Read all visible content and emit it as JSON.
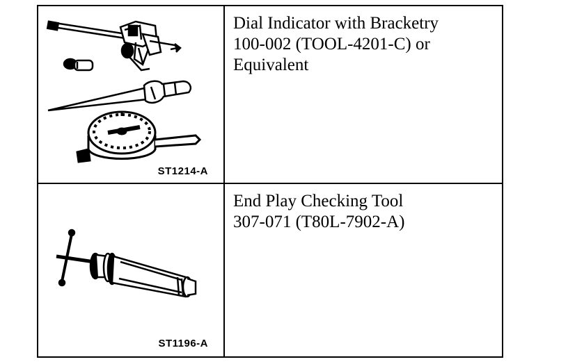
{
  "tools": [
    {
      "lines": [
        "Dial Indicator with Bracketry",
        "100-002 (TOOL-4201-C) or",
        "Equivalent"
      ],
      "figure_code": "ST1214-A",
      "image_icon": "dial-indicator-icon"
    },
    {
      "lines": [
        "End Play Checking Tool",
        "307-071 (T80L-7902-A)"
      ],
      "figure_code": "ST1196-A",
      "image_icon": "end-play-checking-tool-icon"
    }
  ]
}
